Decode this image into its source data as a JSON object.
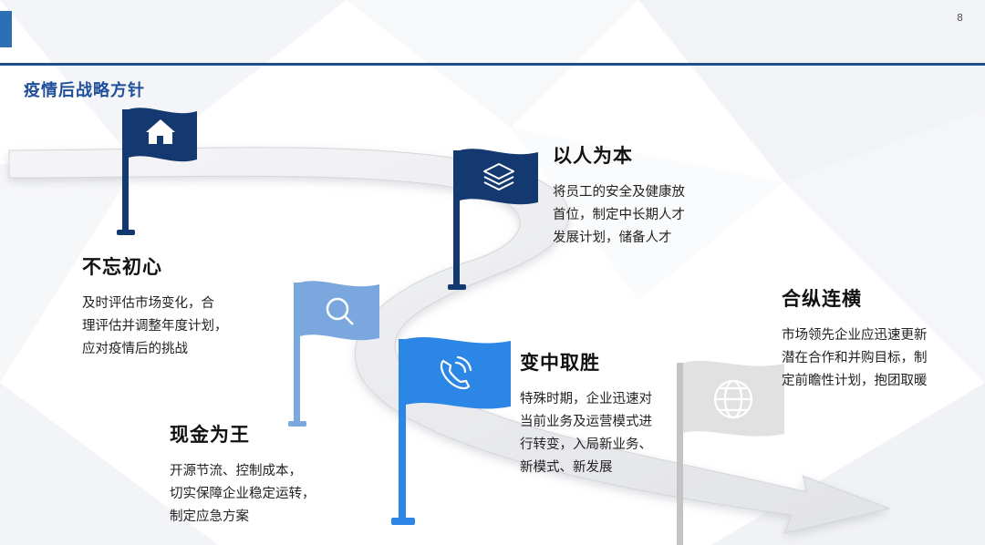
{
  "header": {
    "page_number": "8",
    "section_title": "疫情后战略方针"
  },
  "colors": {
    "navy": "#143870",
    "light_blue": "#7aa7de",
    "bright_blue": "#2b86e6",
    "gray": "#c4c4c4",
    "rule": "#1f4e8c"
  },
  "items": [
    {
      "title": "不忘初心",
      "lines": [
        "及时评估市场变化，合",
        "理评估并调整年度计划，",
        "应对疫情后的挑战"
      ],
      "icon": "home-icon"
    },
    {
      "title": "现金为王",
      "lines": [
        "开源节流、控制成本，",
        "切实保障企业稳定运转，",
        "制定应急方案"
      ],
      "icon": "search-icon"
    },
    {
      "title": "以人为本",
      "lines": [
        "将员工的安全及健康放",
        "首位，制定中长期人才",
        "发展计划，储备人才"
      ],
      "icon": "layers-icon"
    },
    {
      "title": "变中取胜",
      "lines": [
        "特殊时期，企业迅速对",
        "当前业务及运营模式进",
        "行转变，入局新业务、",
        "新模式、新发展"
      ],
      "icon": "phone-icon"
    },
    {
      "title": "合纵连横",
      "lines": [
        "市场领先企业应迅速更新",
        "潜在合作和并购目标，制",
        "定前瞻性计划，抱团取暖"
      ],
      "icon": "globe-icon"
    }
  ]
}
